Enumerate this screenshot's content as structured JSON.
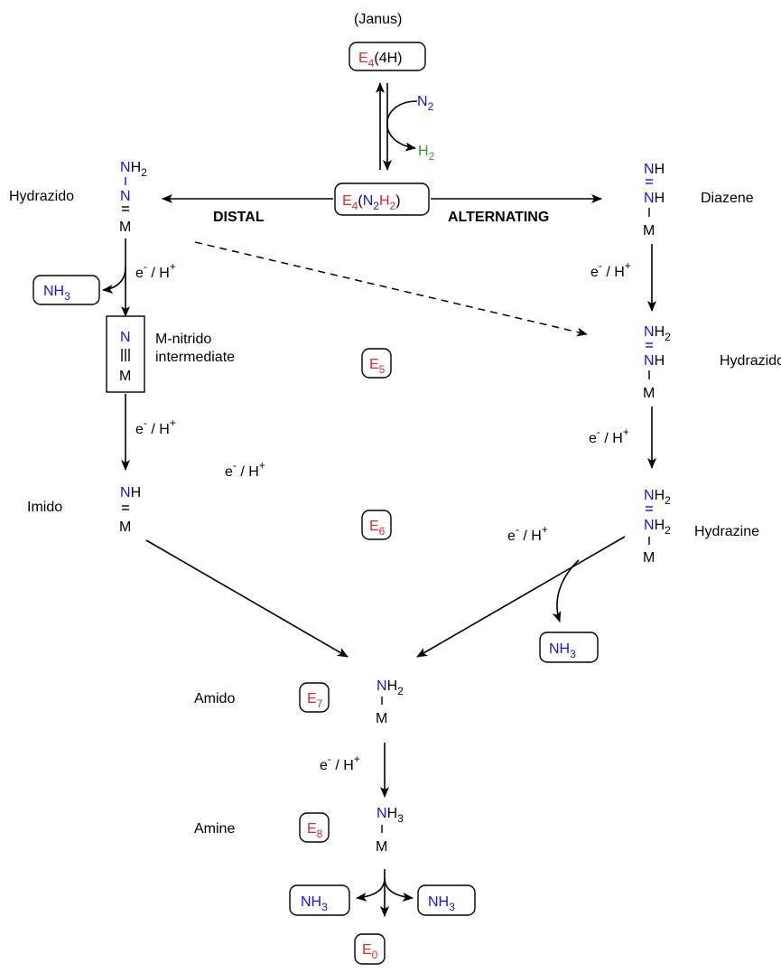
{
  "colors": {
    "enzyme_state": "#e8262b",
    "nitrogen": "#1414e0",
    "hydrogen_gas": "#3d9b1b",
    "default": "#000000"
  },
  "janus_label": "(Janus)",
  "states": {
    "e4_4h": {
      "E": "E",
      "sub": "4",
      "rest": "(4H)"
    },
    "e4_n2h2": {
      "E": "E",
      "sub": "4",
      "open": "(",
      "N": "N",
      "n_sub": "2",
      "H": "H",
      "h_sub": "2",
      "close": ")"
    },
    "e5": {
      "E": "E",
      "sub": "5"
    },
    "e6": {
      "E": "E",
      "sub": "6"
    },
    "e7": {
      "E": "E",
      "sub": "7"
    },
    "e8": {
      "E": "E",
      "sub": "8"
    },
    "e0": {
      "E": "E",
      "sub": "0"
    }
  },
  "reagents": {
    "n2": {
      "main": "N",
      "sub": "2"
    },
    "h2": {
      "main": "H",
      "sub": "2"
    }
  },
  "pathways": {
    "distal": "DISTAL",
    "alternating": "ALTERNATING"
  },
  "step_label": {
    "e": "e",
    "minus": "-",
    "sep": " / H",
    "plus": "+"
  },
  "species": {
    "hydrazido_distal": "Hydrazido",
    "diazene": "Diazene",
    "m_nitrido_line1": "M-nitrido",
    "m_nitrido_line2": "intermediate",
    "hydrazido_alt": "Hydrazido",
    "imido": "Imido",
    "hydrazine": "Hydrazine",
    "amido": "Amido",
    "amine": "Amine"
  },
  "atoms": {
    "N": "N",
    "H": "H",
    "M": "M",
    "H2": "H",
    "two": "2",
    "three": "3"
  },
  "ammonia": {
    "main": "NH",
    "sub": "3"
  }
}
